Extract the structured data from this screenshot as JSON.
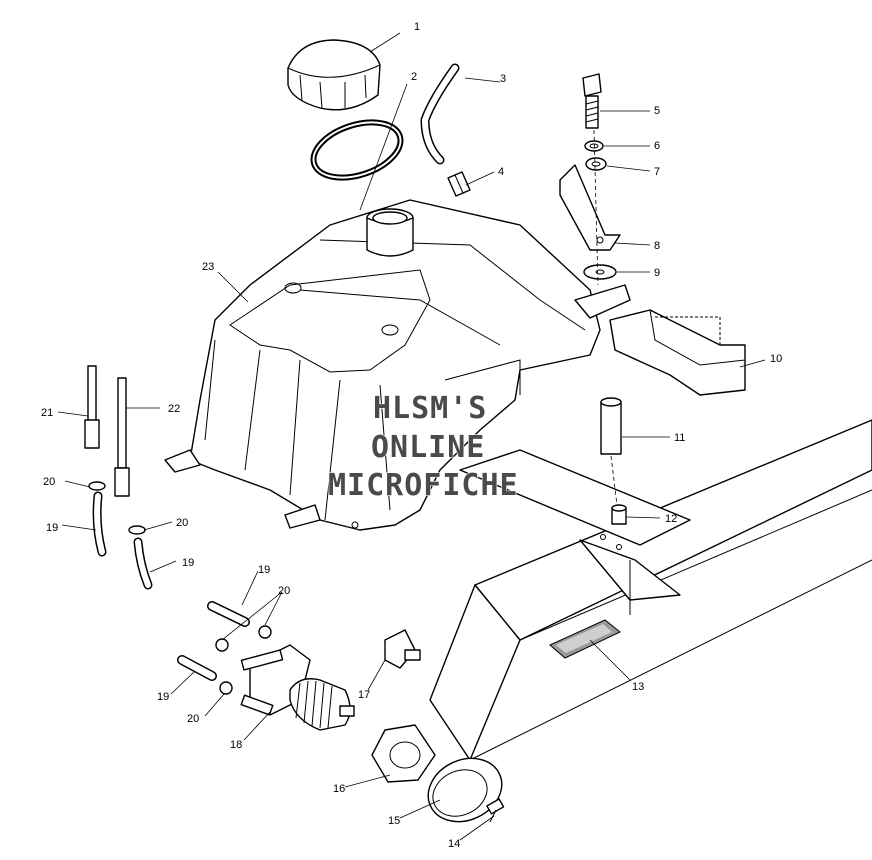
{
  "watermark": {
    "lines": [
      "HLSM'S",
      "ONLINE",
      "MICROFICHE"
    ]
  },
  "callouts": [
    {
      "id": "c1",
      "label": "1"
    },
    {
      "id": "c2",
      "label": "2"
    },
    {
      "id": "c3",
      "label": "3"
    },
    {
      "id": "c4",
      "label": "4"
    },
    {
      "id": "c5",
      "label": "5"
    },
    {
      "id": "c6",
      "label": "6"
    },
    {
      "id": "c7",
      "label": "7"
    },
    {
      "id": "c8",
      "label": "8"
    },
    {
      "id": "c9",
      "label": "9"
    },
    {
      "id": "c10",
      "label": "10"
    },
    {
      "id": "c11",
      "label": "11"
    },
    {
      "id": "c12",
      "label": "12"
    },
    {
      "id": "c13",
      "label": "13"
    },
    {
      "id": "c14",
      "label": "14"
    },
    {
      "id": "c15",
      "label": "15"
    },
    {
      "id": "c16",
      "label": "16"
    },
    {
      "id": "c17",
      "label": "17"
    },
    {
      "id": "c18",
      "label": "18"
    },
    {
      "id": "c19a",
      "label": "19"
    },
    {
      "id": "c19b",
      "label": "19"
    },
    {
      "id": "c19c",
      "label": "19"
    },
    {
      "id": "c19d",
      "label": "19"
    },
    {
      "id": "c20a",
      "label": "20"
    },
    {
      "id": "c20b",
      "label": "20"
    },
    {
      "id": "c20c",
      "label": "20"
    },
    {
      "id": "c20d",
      "label": "20"
    },
    {
      "id": "c21",
      "label": "21"
    },
    {
      "id": "c22",
      "label": "22"
    },
    {
      "id": "c23",
      "label": "23"
    }
  ]
}
